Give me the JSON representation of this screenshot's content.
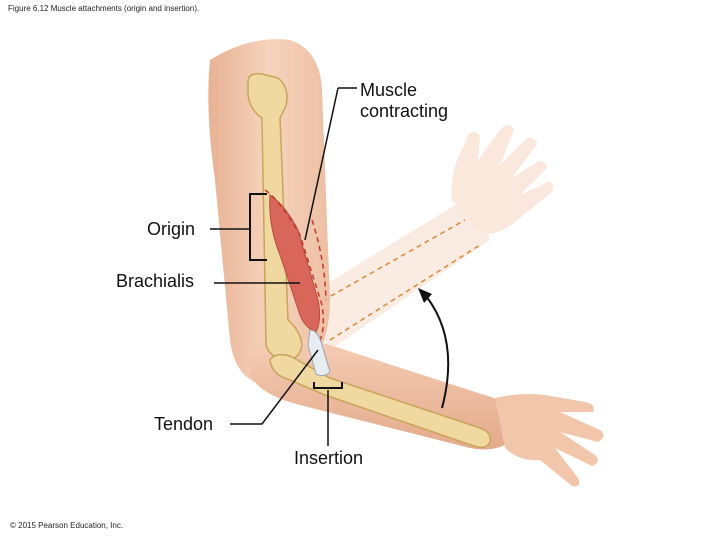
{
  "figure": {
    "caption": "Figure 6.12 Muscle attachments (origin and insertion).",
    "copyright": "© 2015 Pearson Education, Inc."
  },
  "labels": {
    "muscle_contracting": "Muscle\ncontracting",
    "origin": "Origin",
    "brachialis": "Brachialis",
    "tendon": "Tendon",
    "insertion": "Insertion"
  },
  "colors": {
    "skin": "#f2c9ae",
    "skin_shadow": "#e3a98a",
    "bone": "#f0d9a0",
    "bone_outline": "#c9a45a",
    "muscle": "#d9665a",
    "dashed_outline": "#d98a3a",
    "leader_line": "#111111"
  }
}
